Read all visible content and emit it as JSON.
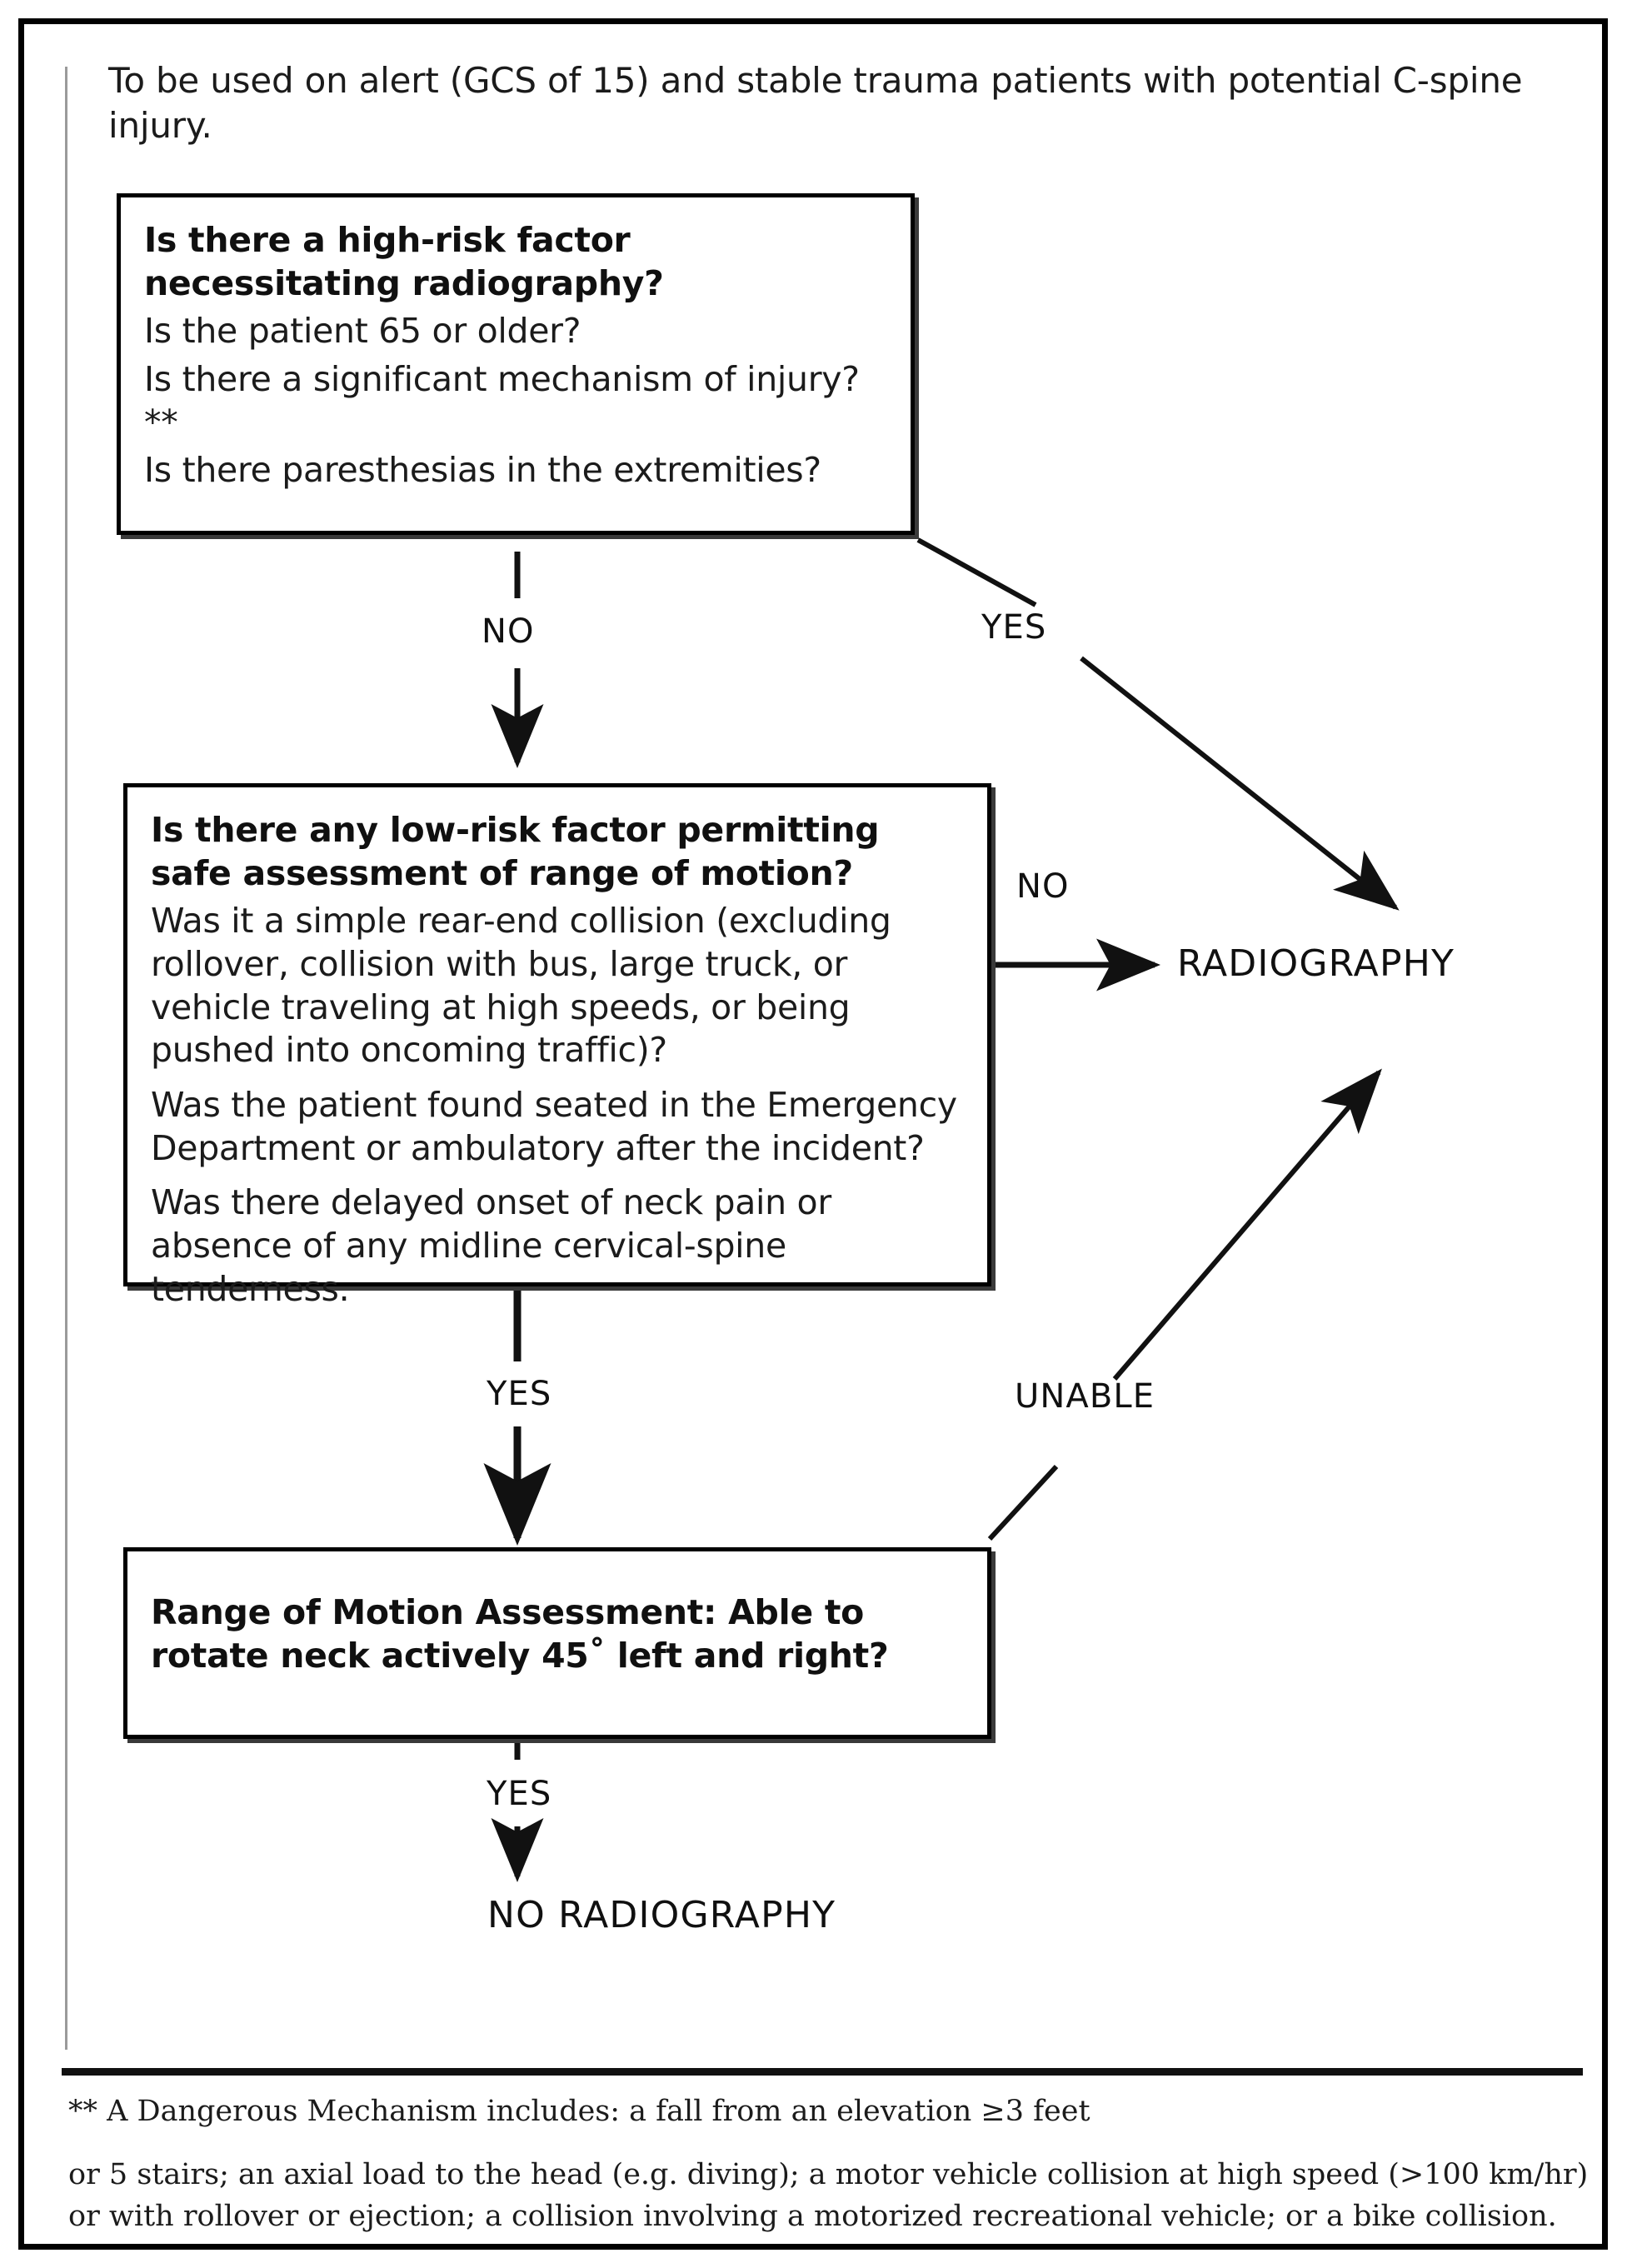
{
  "intro": {
    "text": "To be used on alert (GCS of 15) and stable trauma patients with potential C-spine injury."
  },
  "nodes": {
    "high_risk": {
      "title": "Is there a high-risk factor necessitating radiography?",
      "criteria": [
        "Is the patient 65 or older?",
        "Is there a significant mechanism of injury?**",
        "Is there paresthesias in the extremities?"
      ]
    },
    "low_risk": {
      "title": "Is there any low-risk factor permitting safe assessment of range of motion?",
      "criteria": [
        "Was it a simple rear-end collision (excluding rollover, collision with  bus, large truck, or vehicle traveling at high speeds, or being pushed into oncoming traffic)?",
        "Was the patient found seated in the Emergency Department or ambulatory after the incident?",
        "Was there delayed onset of neck pain or absence of any midline cervical-spine tenderness."
      ]
    },
    "range_of_motion": {
      "title": "Range of Motion Assessment: Able to rotate neck actively 45˚ left and right?"
    }
  },
  "terminals": {
    "radiography": "RADIOGRAPHY",
    "no_radiography": "NO RADIOGRAPHY"
  },
  "edges": {
    "high_risk_no": "NO",
    "high_risk_yes": "YES",
    "low_risk_no": "NO",
    "low_risk_yes": "YES",
    "rom_unable": "UNABLE",
    "rom_yes": "YES"
  },
  "footnote": {
    "line1": "** A Dangerous Mechanism includes: a fall from an elevation ≥3 feet",
    "line2": "or 5 stairs; an axial load to the head (e.g. diving); a motor vehicle collision at high speed (>100 km/hr) or with rollover or ejection; a collision involving a motorized recreational vehicle; or a bike collision."
  },
  "colors": {
    "ink": "#101010",
    "frame": "#000000",
    "gutter_rule": "#9a9a9a",
    "paper": "#ffffff"
  }
}
